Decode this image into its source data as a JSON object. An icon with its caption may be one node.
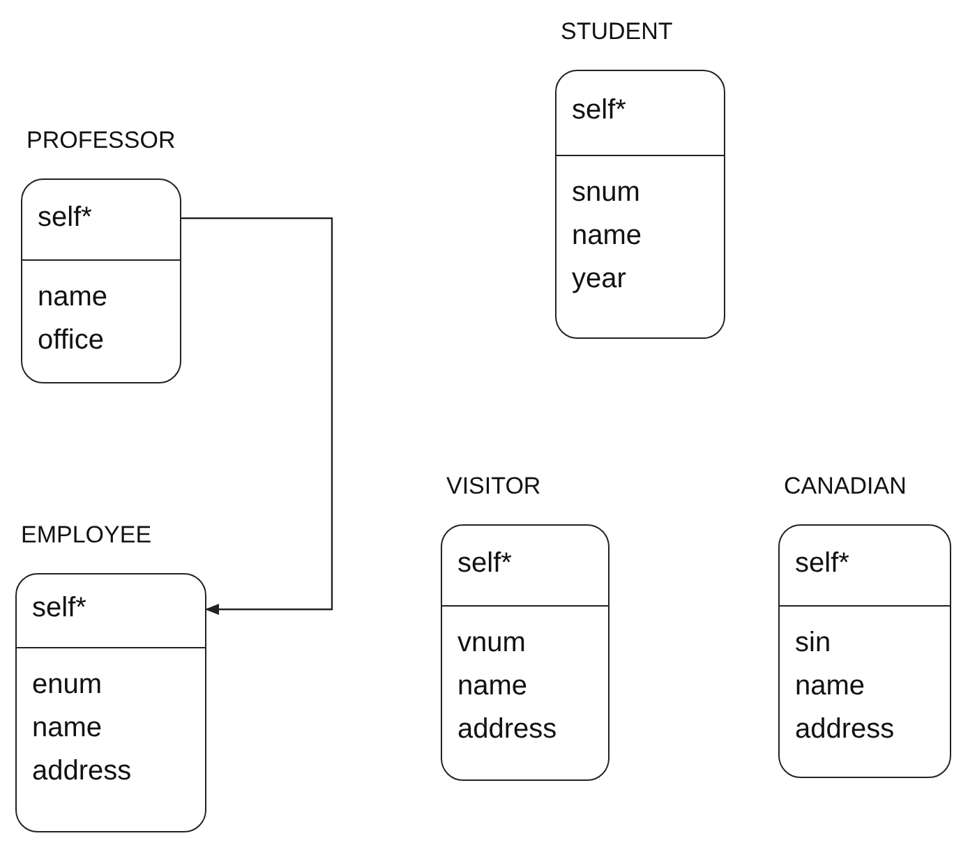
{
  "diagram": {
    "nodes": [
      {
        "text": [
          "STUDENT",
          "self*",
          "snum",
          "name",
          "year"
        ]
      },
      {
        "text": [
          "PROFESSOR",
          "self*",
          "name",
          "office"
        ]
      },
      {
        "text": [
          "EMPLOYEE",
          "self*",
          "enum",
          "name",
          "address"
        ]
      },
      {
        "text": [
          "VISITOR",
          "self*",
          "vnum",
          "name",
          "address"
        ]
      },
      {
        "text": [
          "CANADIAN",
          "self*",
          "sin",
          "name",
          "address"
        ]
      }
    ],
    "edges": [
      {
        "from": 1,
        "to": 2,
        "arrow": "to"
      }
    ]
  }
}
